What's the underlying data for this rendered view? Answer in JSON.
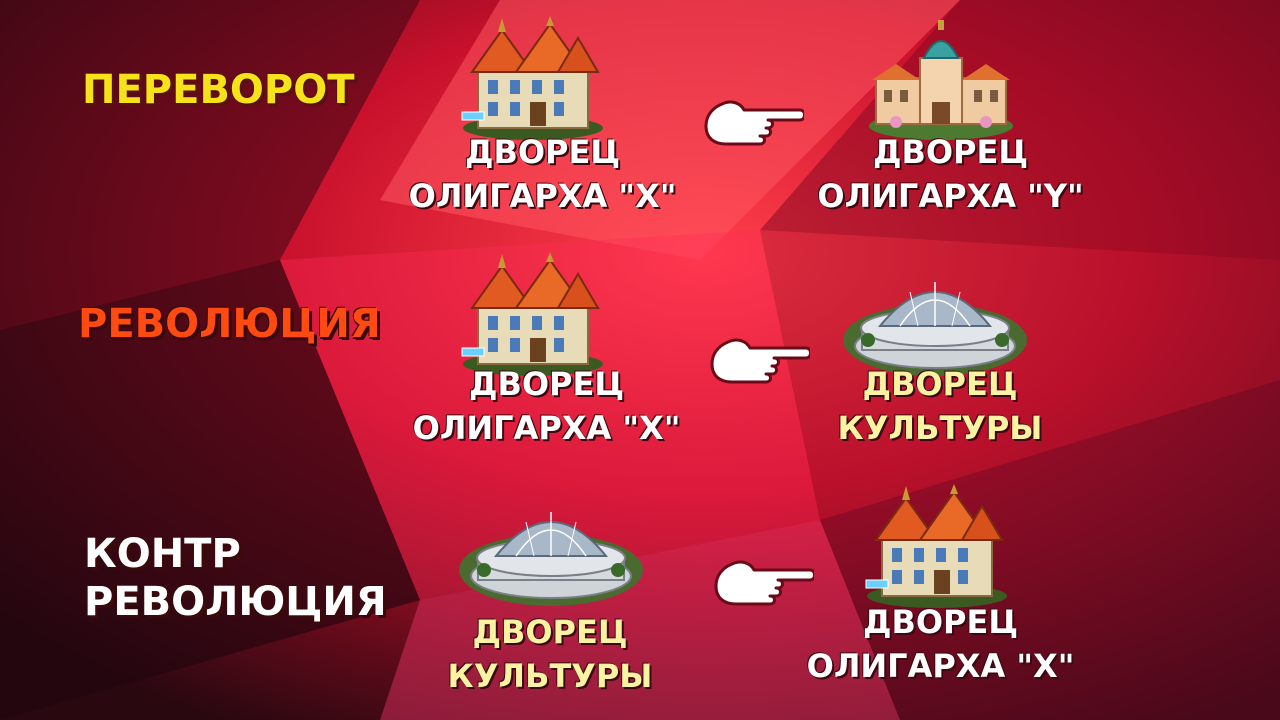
{
  "rows": [
    {
      "label": "ПЕРЕВОРОТ",
      "left": {
        "icon": "oligarch-palace-icon",
        "line1": "ДВОРЕЦ",
        "line2": "ОЛИГАРХА \"X\""
      },
      "right": {
        "icon": "domed-palace-icon",
        "line1": "ДВОРЕЦ",
        "line2": "ОЛИГАРХА \"Y\""
      }
    },
    {
      "label": "РЕВОЛЮЦИЯ",
      "left": {
        "icon": "oligarch-palace-icon",
        "line1": "ДВОРЕЦ",
        "line2": "ОЛИГАРХА \"X\""
      },
      "right": {
        "icon": "culture-palace-icon",
        "line1": "ДВОРЕЦ",
        "line2": "КУЛЬТУРЫ"
      }
    },
    {
      "label_line1": "КОНТР",
      "label_line2": "РЕВОЛЮЦИЯ",
      "left": {
        "icon": "culture-palace-icon",
        "line1": "ДВОРЕЦ",
        "line2": "КУЛЬТУРЫ"
      },
      "right": {
        "icon": "oligarch-palace-icon",
        "line1": "ДВОРЕЦ",
        "line2": "ОЛИГАРХА \"X\""
      }
    }
  ],
  "arrow_icon": "pointing-hand-left-icon",
  "colors": {
    "label_yellow": "#f6e21a",
    "label_orange": "#ff4a12",
    "label_white": "#ffffff",
    "text_white": "#ffffff",
    "text_cream": "#fbf3a2",
    "bg_red": "#e8203a",
    "bg_dark": "#2a0810"
  }
}
